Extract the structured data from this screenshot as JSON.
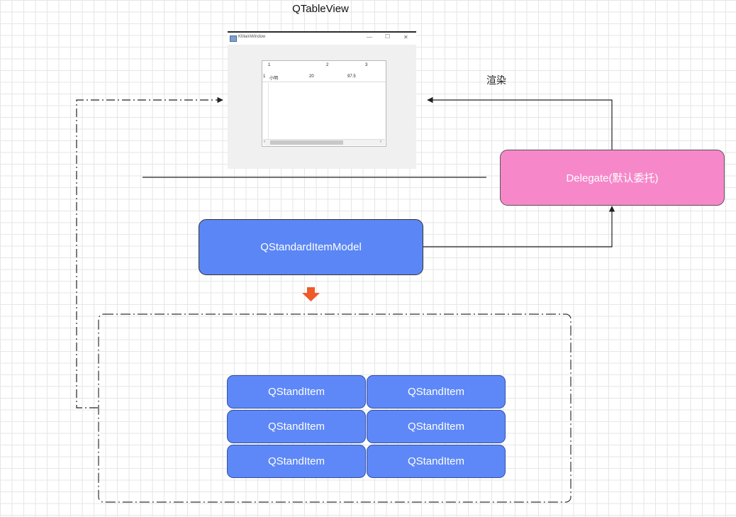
{
  "diagram": {
    "title": "QTableView",
    "render_label": "渲染",
    "delegate_label": "Delegate(默认委托)",
    "model_label": "QStandardItemModel",
    "items": [
      "QStandItem",
      "QStandItem",
      "QStandItem",
      "QStandItem",
      "QStandItem",
      "QStandItem"
    ],
    "colors": {
      "delegate": "#f688c9",
      "model": "#5b86f5",
      "item": "#5e88f7",
      "down_arrow": "#ef5a28"
    }
  },
  "window": {
    "title": "KMainWindow",
    "headers": [
      "1",
      "2",
      "3"
    ],
    "row_number": "1",
    "row": [
      "小明",
      "20",
      "97.5"
    ]
  }
}
